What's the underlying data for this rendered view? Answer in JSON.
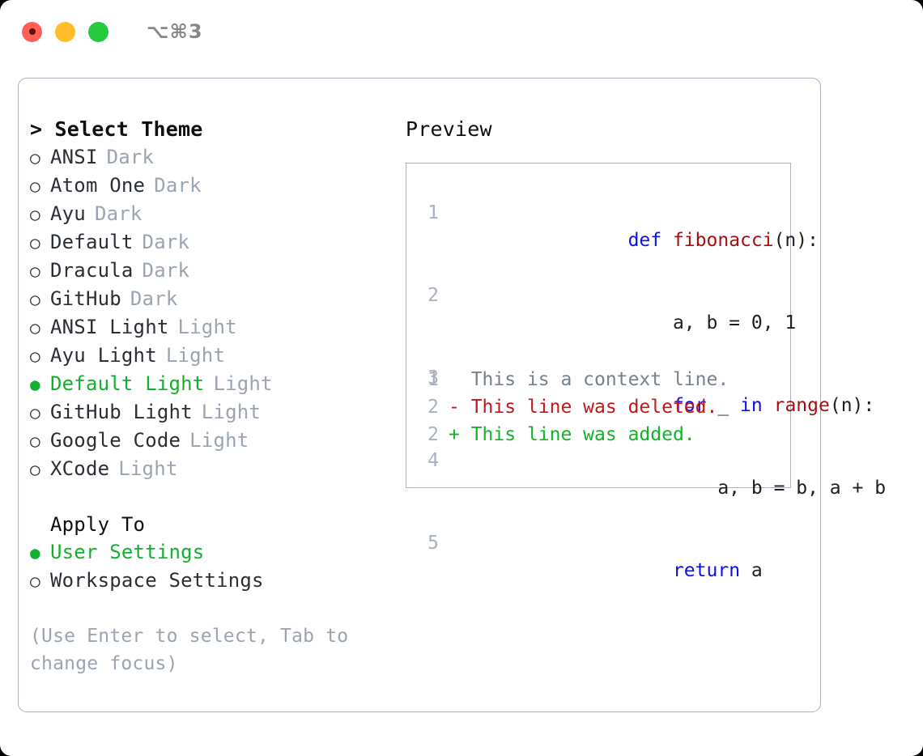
{
  "titlebar": {
    "shortcut": "⌥⌘3",
    "lights": [
      {
        "name": "close",
        "color": "#ff5f57"
      },
      {
        "name": "minimize",
        "color": "#ffbd2e"
      },
      {
        "name": "maximize",
        "color": "#28c840"
      }
    ]
  },
  "theme_picker": {
    "header": "> Select Theme",
    "options": [
      {
        "bullet": "○",
        "label": "ANSI",
        "tag": "Dark",
        "selected": false
      },
      {
        "bullet": "○",
        "label": "Atom One",
        "tag": "Dark",
        "selected": false
      },
      {
        "bullet": "○",
        "label": "Ayu",
        "tag": "Dark",
        "selected": false
      },
      {
        "bullet": "○",
        "label": "Default",
        "tag": "Dark",
        "selected": false
      },
      {
        "bullet": "○",
        "label": "Dracula",
        "tag": "Dark",
        "selected": false
      },
      {
        "bullet": "○",
        "label": "GitHub",
        "tag": "Dark",
        "selected": false
      },
      {
        "bullet": "○",
        "label": "ANSI Light",
        "tag": "Light",
        "selected": false
      },
      {
        "bullet": "○",
        "label": "Ayu Light",
        "tag": "Light",
        "selected": false
      },
      {
        "bullet": "●",
        "label": "Default Light",
        "tag": "Light",
        "selected": true
      },
      {
        "bullet": "○",
        "label": "GitHub Light",
        "tag": "Light",
        "selected": false
      },
      {
        "bullet": "○",
        "label": "Google Code",
        "tag": "Light",
        "selected": false
      },
      {
        "bullet": "○",
        "label": "XCode",
        "tag": "Light",
        "selected": false
      }
    ]
  },
  "apply_to": {
    "title": "Apply To",
    "options": [
      {
        "bullet": "●",
        "label": "User Settings",
        "selected": true
      },
      {
        "bullet": "○",
        "label": "Workspace Settings",
        "selected": false
      }
    ]
  },
  "hint": "(Use Enter to select, Tab to change focus)",
  "preview": {
    "title": "Preview",
    "code_lines": [
      {
        "number": "1",
        "tokens": [
          {
            "text": "def ",
            "kind": "kw"
          },
          {
            "text": "fibonacci",
            "kind": "fn"
          },
          {
            "text": "(n):",
            "kind": "plain"
          }
        ]
      },
      {
        "number": "2",
        "tokens": [
          {
            "text": "    a, b = 0, 1",
            "kind": "plain"
          }
        ]
      },
      {
        "number": "3",
        "tokens": [
          {
            "text": "    ",
            "kind": "plain"
          },
          {
            "text": "for",
            "kind": "kw"
          },
          {
            "text": " _ ",
            "kind": "plain"
          },
          {
            "text": "in",
            "kind": "kw"
          },
          {
            "text": " ",
            "kind": "plain"
          },
          {
            "text": "range",
            "kind": "fn"
          },
          {
            "text": "(n):",
            "kind": "plain"
          }
        ]
      },
      {
        "number": "4",
        "tokens": [
          {
            "text": "        a, b = b, a + b",
            "kind": "plain"
          }
        ]
      },
      {
        "number": "5",
        "tokens": [
          {
            "text": "    ",
            "kind": "plain"
          },
          {
            "text": "return",
            "kind": "kw"
          },
          {
            "text": " a",
            "kind": "plain"
          }
        ]
      }
    ],
    "diff_lines": [
      {
        "number": "1",
        "marker": "  ",
        "text": "This is a context line.",
        "kind": "ctx"
      },
      {
        "number": "2",
        "marker": "- ",
        "text": "This line was deleted.",
        "kind": "del"
      },
      {
        "number": "2",
        "marker": "+ ",
        "text": "This line was added.",
        "kind": "add"
      }
    ]
  },
  "colors": {
    "accent_green": "#12b02f",
    "muted_gray": "#9aa5b1",
    "border": "#a9b2be",
    "keyword_blue": "#0a12e8",
    "function_red": "#a11111",
    "diff_delete": "#c01919",
    "diff_add": "#14b22a"
  }
}
